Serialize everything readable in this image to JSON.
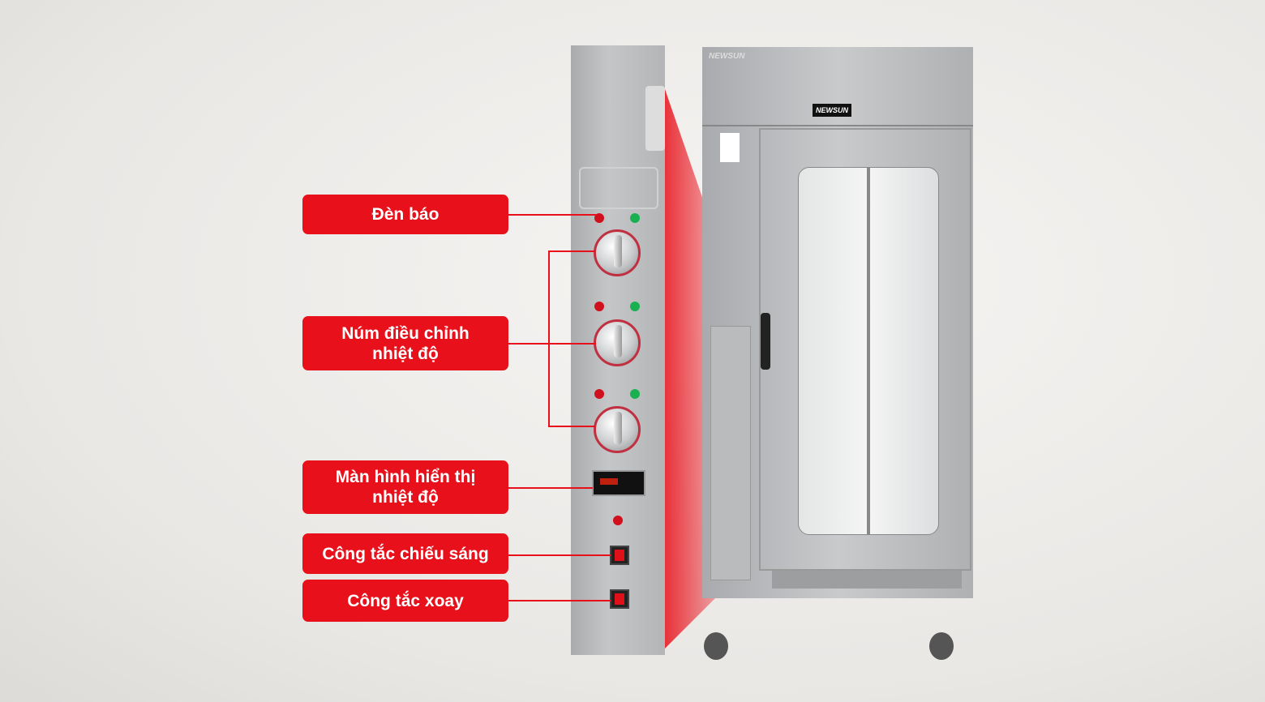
{
  "labels": {
    "indicator_light": "Đèn báo",
    "temp_knob": "Núm điều chỉnh nhiệt độ",
    "temp_display": "Màn hình hiển thị nhiệt độ",
    "light_switch": "Công tắc chiếu sáng",
    "rotation_switch": "Công tắc xoay"
  },
  "brand": "NEWSUN",
  "accent_color": "#e8101a"
}
